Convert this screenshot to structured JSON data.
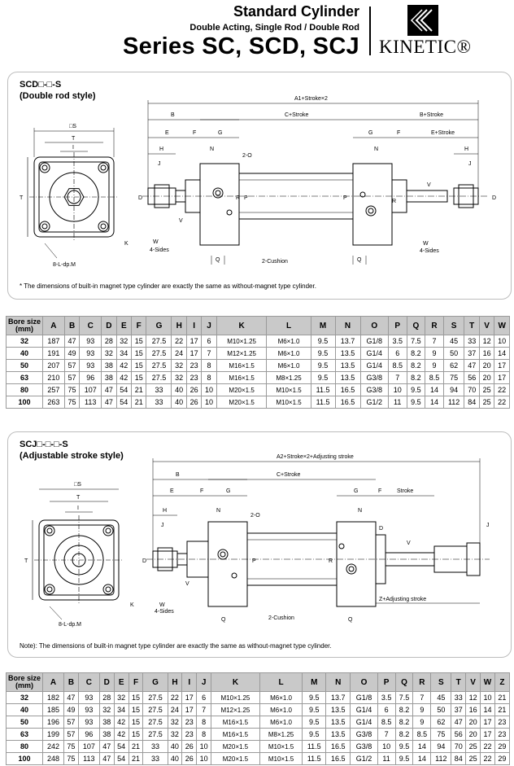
{
  "header": {
    "title": "Standard Cylinder",
    "subtitle": "Double Acting, Single Rod / Double Rod",
    "series": "Series SC, SCD, SCJ",
    "brand": "KINETIC®"
  },
  "section1": {
    "model": "SCD□-□-S",
    "style": "(Double rod style)",
    "note": "* The dimensions of built-in magnet type cylinder are exactly the same as without-magnet type cylinder.",
    "labels": {
      "a1": "A1+Stroke×2",
      "b": "B",
      "cs": "C+Stroke",
      "bs": "B+Stroke",
      "es": "E+Stroke",
      "sq_s": "□S",
      "t_top": "T",
      "i_top": "I",
      "t_side": "T",
      "e": "E",
      "f": "F",
      "g": "G",
      "h": "H",
      "j": "J",
      "n": "N",
      "o": "2-O",
      "d": "D",
      "v": "V",
      "k": "K",
      "w": "W",
      "w4": "4-Sides",
      "p": "P",
      "r": "R",
      "q": "Q",
      "cushion": "2-Cushion",
      "ldp": "8-L-dp.M"
    },
    "table": {
      "headers": [
        "Bore size (mm)",
        "A",
        "B",
        "C",
        "D",
        "E",
        "F",
        "G",
        "H",
        "I",
        "J",
        "K",
        "L",
        "M",
        "N",
        "O",
        "P",
        "Q",
        "R",
        "S",
        "T",
        "V",
        "W"
      ],
      "rows": [
        [
          "32",
          "187",
          "47",
          "93",
          "28",
          "32",
          "15",
          "27.5",
          "22",
          "17",
          "6",
          "M10×1.25",
          "M6×1.0",
          "9.5",
          "13.7",
          "G1/8",
          "3.5",
          "7.5",
          "7",
          "45",
          "33",
          "12",
          "10"
        ],
        [
          "40",
          "191",
          "49",
          "93",
          "32",
          "34",
          "15",
          "27.5",
          "24",
          "17",
          "7",
          "M12×1.25",
          "M6×1.0",
          "9.5",
          "13.5",
          "G1/4",
          "6",
          "8.2",
          "9",
          "50",
          "37",
          "16",
          "14"
        ],
        [
          "50",
          "207",
          "57",
          "93",
          "38",
          "42",
          "15",
          "27.5",
          "32",
          "23",
          "8",
          "M16×1.5",
          "M6×1.0",
          "9.5",
          "13.5",
          "G1/4",
          "8.5",
          "8.2",
          "9",
          "62",
          "47",
          "20",
          "17"
        ],
        [
          "63",
          "210",
          "57",
          "96",
          "38",
          "42",
          "15",
          "27.5",
          "32",
          "23",
          "8",
          "M16×1.5",
          "M8×1.25",
          "9.5",
          "13.5",
          "G3/8",
          "7",
          "8.2",
          "8.5",
          "75",
          "56",
          "20",
          "17"
        ],
        [
          "80",
          "257",
          "75",
          "107",
          "47",
          "54",
          "21",
          "33",
          "40",
          "26",
          "10",
          "M20×1.5",
          "M10×1.5",
          "11.5",
          "16.5",
          "G3/8",
          "10",
          "9.5",
          "14",
          "94",
          "70",
          "25",
          "22"
        ],
        [
          "100",
          "263",
          "75",
          "113",
          "47",
          "54",
          "21",
          "33",
          "40",
          "26",
          "10",
          "M20×1.5",
          "M10×1.5",
          "11.5",
          "16.5",
          "G1/2",
          "11",
          "9.5",
          "14",
          "112",
          "84",
          "25",
          "22"
        ]
      ]
    }
  },
  "section2": {
    "model": "SCJ□-□-□-S",
    "style": "(Adjustable stroke style)",
    "note": "Note): The dimensions of built-in magnet type cylinder are exactly the same as without-magnet type cylinder.",
    "labels": {
      "a2": "A2+Stroke×2+Adjusting stroke",
      "b": "B",
      "cs": "C+Stroke",
      "stroke": "Stroke",
      "sq_s": "□S",
      "t_top": "T",
      "i_top": "I",
      "t_side": "T",
      "e": "E",
      "f": "F",
      "g": "G",
      "h": "H",
      "j": "J",
      "j_right": "J",
      "n": "N",
      "o": "2-O",
      "d": "D",
      "v": "V",
      "v_right": "V",
      "k": "K",
      "w": "W",
      "w4": "4-Sides",
      "p": "P",
      "r": "R",
      "q": "Q",
      "cushion": "2-Cushion",
      "zadj": "Z+Adjusting stroke",
      "ldp": "8-L-dp.M"
    },
    "table": {
      "headers": [
        "Bore size (mm)",
        "A",
        "B",
        "C",
        "D",
        "E",
        "F",
        "G",
        "H",
        "I",
        "J",
        "K",
        "L",
        "M",
        "N",
        "O",
        "P",
        "Q",
        "R",
        "S",
        "T",
        "V",
        "W",
        "Z"
      ],
      "rows": [
        [
          "32",
          "182",
          "47",
          "93",
          "28",
          "32",
          "15",
          "27.5",
          "22",
          "17",
          "6",
          "M10×1.25",
          "M6×1.0",
          "9.5",
          "13.7",
          "G1/8",
          "3.5",
          "7.5",
          "7",
          "45",
          "33",
          "12",
          "10",
          "21"
        ],
        [
          "40",
          "185",
          "49",
          "93",
          "32",
          "34",
          "15",
          "27.5",
          "24",
          "17",
          "7",
          "M12×1.25",
          "M6×1.0",
          "9.5",
          "13.5",
          "G1/4",
          "6",
          "8.2",
          "9",
          "50",
          "37",
          "16",
          "14",
          "21"
        ],
        [
          "50",
          "196",
          "57",
          "93",
          "38",
          "42",
          "15",
          "27.5",
          "32",
          "23",
          "8",
          "M16×1.5",
          "M6×1.0",
          "9.5",
          "13.5",
          "G1/4",
          "8.5",
          "8.2",
          "9",
          "62",
          "47",
          "20",
          "17",
          "23"
        ],
        [
          "63",
          "199",
          "57",
          "96",
          "38",
          "42",
          "15",
          "27.5",
          "32",
          "23",
          "8",
          "M16×1.5",
          "M8×1.25",
          "9.5",
          "13.5",
          "G3/8",
          "7",
          "8.2",
          "8.5",
          "75",
          "56",
          "20",
          "17",
          "23"
        ],
        [
          "80",
          "242",
          "75",
          "107",
          "47",
          "54",
          "21",
          "33",
          "40",
          "26",
          "10",
          "M20×1.5",
          "M10×1.5",
          "11.5",
          "16.5",
          "G3/8",
          "10",
          "9.5",
          "14",
          "94",
          "70",
          "25",
          "22",
          "29"
        ],
        [
          "100",
          "248",
          "75",
          "113",
          "47",
          "54",
          "21",
          "33",
          "40",
          "26",
          "10",
          "M20×1.5",
          "M10×1.5",
          "11.5",
          "16.5",
          "G1/2",
          "11",
          "9.5",
          "14",
          "112",
          "84",
          "25",
          "22",
          "29"
        ]
      ]
    }
  }
}
